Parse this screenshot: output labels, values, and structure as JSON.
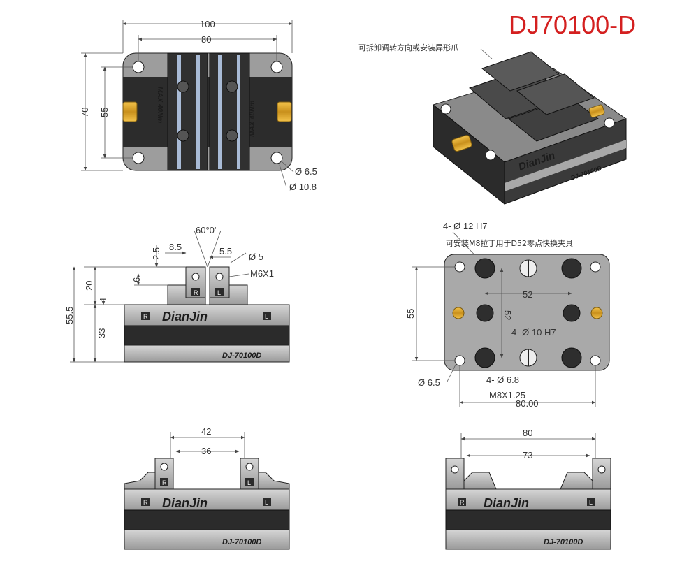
{
  "title": "DJ70100-D",
  "notes": {
    "jaw_note": "可拆卸调转方向或安装异形爪",
    "holes_12": "4- Ø 12 H7",
    "m8_note": "可安装M8拉丁用于D52零点快换夹具",
    "holes_10": "4- Ø 10 H7",
    "holes_6_8": "4- Ø 6.8",
    "m8_thread": "M8X1.25",
    "m6_thread": "M6X1"
  },
  "dims": {
    "top_100": "100",
    "top_80": "80",
    "top_70": "70",
    "top_55": "55",
    "top_d65": "Ø 6.5",
    "top_d108": "Ø 10.8",
    "side_60": "60°0'",
    "side_85": "8.5",
    "side_55s": "5.5",
    "side_d5": "Ø 5",
    "side_25": "2.5",
    "side_6": "6",
    "side_20": "20",
    "side_1": "1",
    "side_555": "55.5",
    "side_33": "33",
    "bot_52h": "52",
    "bot_52v": "52",
    "bot_55": "55",
    "bot_d65": "Ø 6.5",
    "bot_80": "80.00",
    "f1_42": "42",
    "f1_36": "36",
    "f2_80": "80",
    "f2_73": "73"
  },
  "labels": {
    "brand": "DianJin",
    "model": "DJ-70100D",
    "max_torque": "MAX 40Nm",
    "marker_r": "R",
    "marker_l": "L"
  }
}
